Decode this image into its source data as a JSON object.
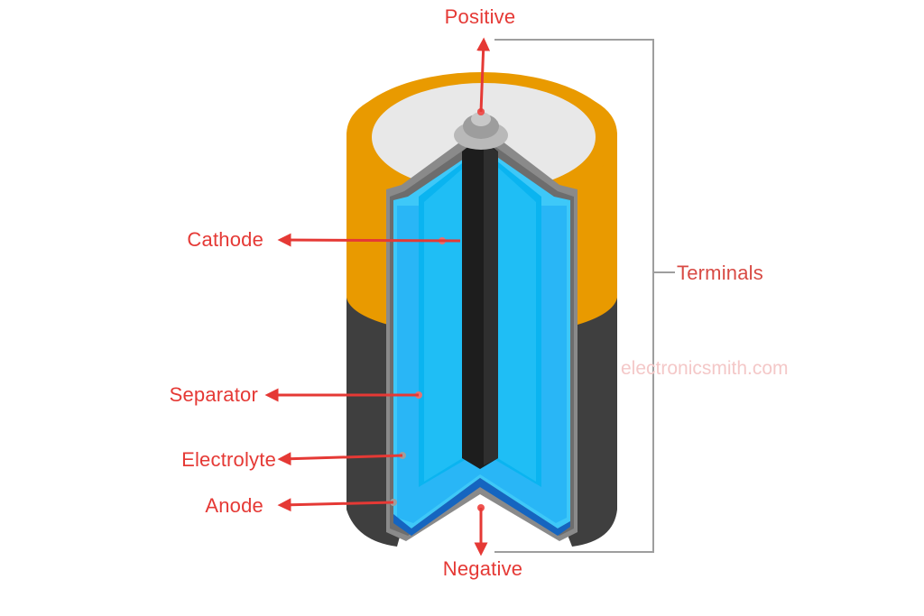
{
  "labels": {
    "positive": "Positive",
    "negative": "Negative",
    "cathode": "Cathode",
    "separator": "Separator",
    "electrolyte": "Electrolyte",
    "anode": "Anode",
    "terminals": "Terminals"
  },
  "watermark": "electronicsmith.com",
  "colors": {
    "label_red": "#e53935",
    "arrow_red": "#e53935",
    "casing_orange": "#e99a00",
    "casing_dark": "#3f3f3f",
    "electrolyte_blue": "#29b6f6",
    "separator_blue": "#0ab4f0",
    "anode_blue": "#1565c0",
    "cathode_black": "#1d1d1d",
    "top_disc": "#e8e8e8",
    "bracket_gray": "#9e9e9e",
    "watermark": "#f4c8c8"
  }
}
